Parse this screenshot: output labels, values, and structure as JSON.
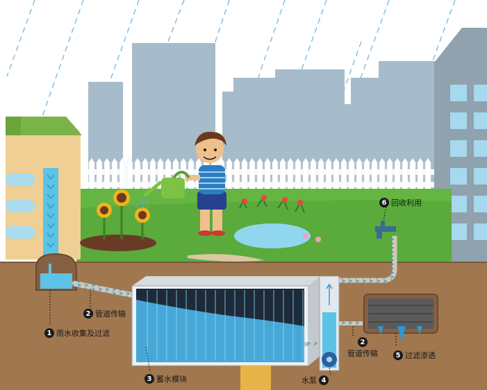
{
  "labels": {
    "collection": {
      "number": "1",
      "text": "雨水收集及过滤"
    },
    "pipe_left": {
      "number": "2",
      "text": "管道传输"
    },
    "storage": {
      "number": "3",
      "text": "蓄水模块"
    },
    "pump": {
      "number": "4",
      "text": "水泵"
    },
    "pipe_right": {
      "number": "2",
      "text": "管道传输"
    },
    "filter": {
      "number": "5",
      "text": "过滤渗透"
    },
    "reuse": {
      "number": "6",
      "text": "回收利用"
    }
  },
  "colors": {
    "sky": "#ffffff",
    "rain": "#5aa9dc",
    "city": "#a7bccb",
    "building": "#8fa2ad",
    "window": "#a6d8ee",
    "grass": "#5aab3c",
    "soil": "#a0774f",
    "water": "#5dc3e6",
    "pipe": "#c9c1b0",
    "arrow": "#2e98d6",
    "shirt": "#2d7ec1",
    "pants": "#27418e",
    "can": "#7cc245"
  },
  "icons": [
    "raindrop-icon",
    "watering-can-icon",
    "faucet-icon",
    "pump-impeller-icon",
    "sunflower-icon"
  ]
}
